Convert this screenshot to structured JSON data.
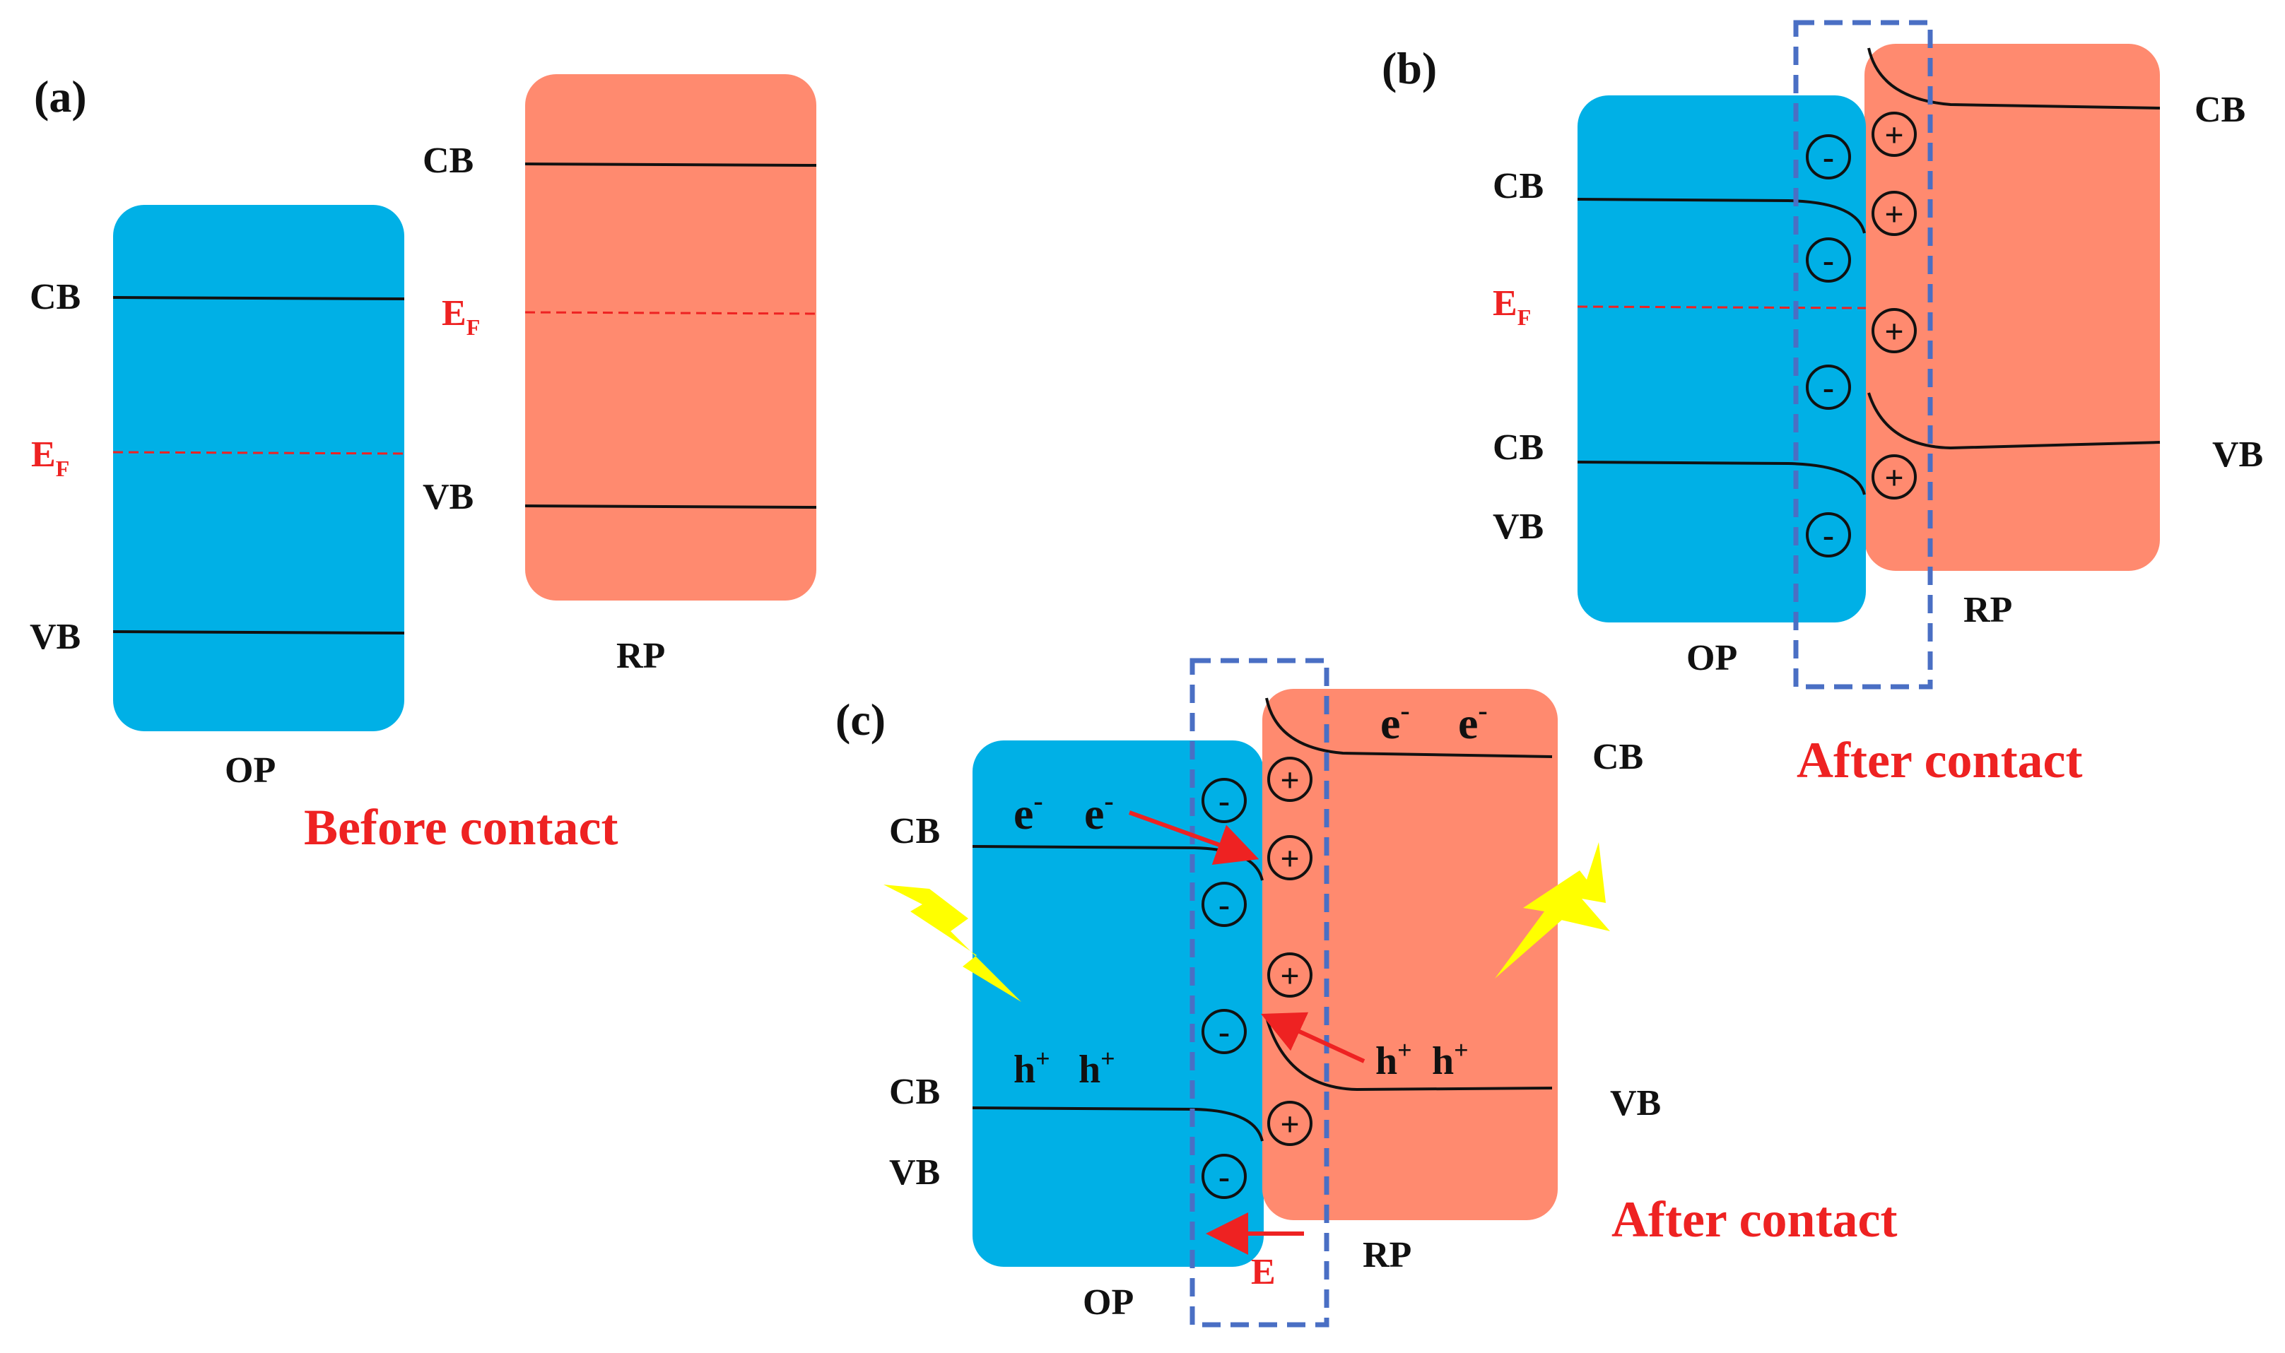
{
  "colors": {
    "op_fill": "#00b0e6",
    "rp_fill": "#ff8a6f",
    "band_line": "#111111",
    "fermi_line": "#ee2222",
    "red_text": "#ee2222",
    "dash_box": "#4a6fc4",
    "lightning": "#ffff00"
  },
  "panel_a": {
    "tag": "(a)",
    "op_cb": "CB",
    "op_ef_main": "E",
    "op_ef_sub": "F",
    "op_vb": "VB",
    "op_name": "OP",
    "rp_cb": "CB",
    "rp_ef_main": "E",
    "rp_ef_sub": "F",
    "rp_vb": "VB",
    "rp_name": "RP",
    "caption": "Before contact"
  },
  "panel_b": {
    "tag": "(b)",
    "op_cb1": "CB",
    "op_ef_main": "E",
    "op_ef_sub": "F",
    "op_cb2": "CB",
    "op_vb": "VB",
    "op_name": "OP",
    "rp_cb": "CB",
    "rp_vb": "VB",
    "rp_name": "RP",
    "caption": "After contact",
    "minus": "-",
    "plus": "+"
  },
  "panel_c": {
    "tag": "(c)",
    "op_cb1": "CB",
    "op_cb2": "CB",
    "op_vb": "VB",
    "op_name": "OP",
    "rp_cb": "CB",
    "rp_vb": "VB",
    "rp_name": "RP",
    "electron": "e",
    "electron_sup": "-",
    "hole": "h",
    "hole_sup": "+",
    "field": "E",
    "caption": "After contact",
    "minus": "-",
    "plus": "+"
  }
}
